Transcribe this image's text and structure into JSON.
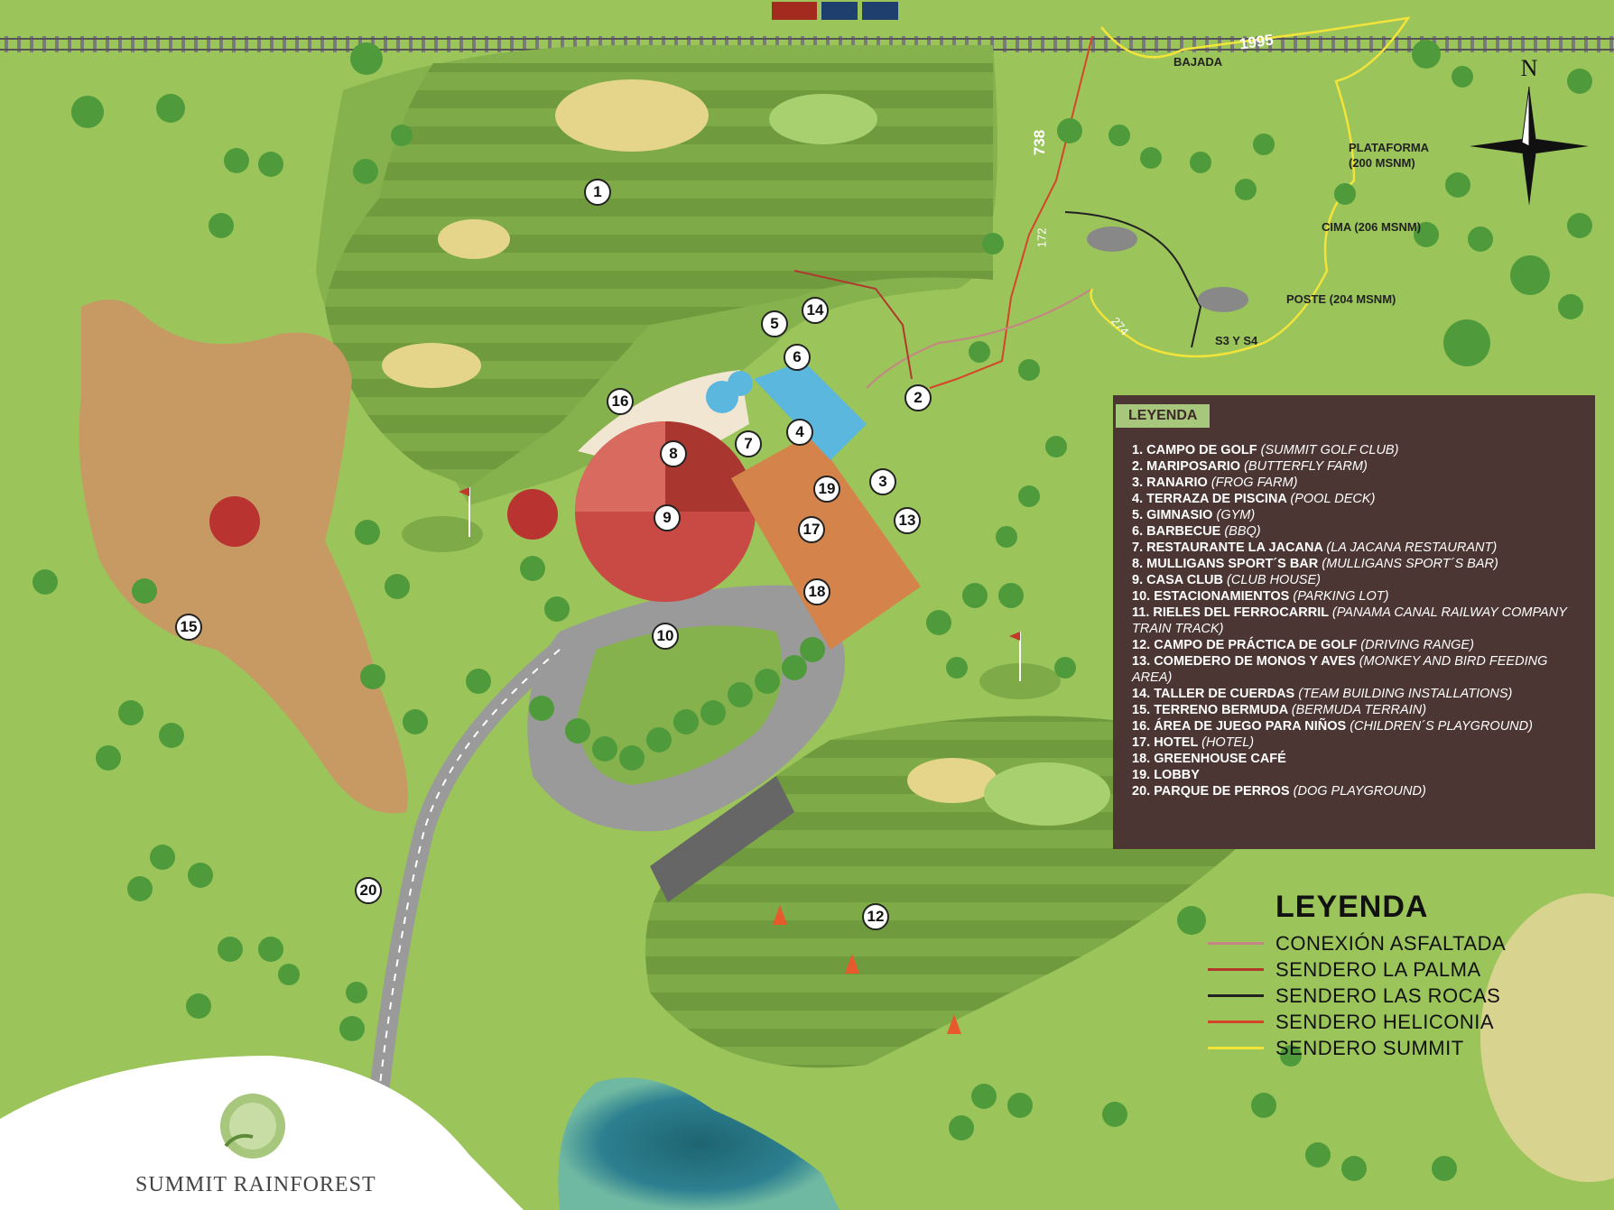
{
  "title": "LEYENDA",
  "colors": {
    "grass": "#9bc45a",
    "fairway": "#7eaa48",
    "sand": "#c79a64",
    "legend_bg": "#4b3634",
    "asphalt": "#c58585",
    "la_palma": "#b0392c",
    "las_rocas": "#222222",
    "heliconia": "#d4452a",
    "summit": "#f3e43a"
  },
  "places": [
    {
      "num": "1",
      "name": "CAMPO DE GOLF",
      "en": "(SUMMIT GOLF CLUB)"
    },
    {
      "num": "2",
      "name": "MARIPOSARIO",
      "en": "(BUTTERFLY FARM)"
    },
    {
      "num": "3",
      "name": "RANARIO",
      "en": "(FROG FARM)"
    },
    {
      "num": "4",
      "name": "TERRAZA DE PISCINA",
      "en": "(POOL DECK)"
    },
    {
      "num": "5",
      "name": "GIMNASIO",
      "en": "(GYM)"
    },
    {
      "num": "6",
      "name": "BARBECUE",
      "en": "(BBQ)"
    },
    {
      "num": "7",
      "name": "RESTAURANTE LA JACANA",
      "en": "(LA JACANA RESTAURANT)"
    },
    {
      "num": "8",
      "name": "MULLIGANS SPORT´S BAR",
      "en": "(MULLIGANS SPORT´S BAR)"
    },
    {
      "num": "9",
      "name": "CASA CLUB",
      "en": "(CLUB HOUSE)"
    },
    {
      "num": "10",
      "name": "ESTACIONAMIENTOS",
      "en": "(PARKING LOT)"
    },
    {
      "num": "11",
      "name": "RIELES DEL FERROCARRIL",
      "en": "(PANAMA CANAL RAILWAY COMPANY TRAIN TRACK)"
    },
    {
      "num": "12",
      "name": "CAMPO DE PRÁCTICA DE GOLF",
      "en": "(DRIVING RANGE)"
    },
    {
      "num": "13",
      "name": "COMEDERO DE MONOS Y AVES",
      "en": "(MONKEY AND BIRD FEEDING AREA)"
    },
    {
      "num": "14",
      "name": "TALLER DE CUERDAS",
      "en": "(TEAM BUILDING INSTALLATIONS)"
    },
    {
      "num": "15",
      "name": "TERRENO BERMUDA",
      "en": "(BERMUDA TERRAIN)"
    },
    {
      "num": "16",
      "name": "ÁREA DE JUEGO PARA NIÑOS",
      "en": "(CHILDREN´S PLAYGROUND)"
    },
    {
      "num": "17",
      "name": "HOTEL",
      "en": "(HOTEL)"
    },
    {
      "num": "18",
      "name": "GREENHOUSE CAFÉ",
      "en": ""
    },
    {
      "num": "19",
      "name": "LOBBY",
      "en": ""
    },
    {
      "num": "20",
      "name": "PARQUE DE PERROS",
      "en": "(DOG PLAYGROUND)"
    }
  ],
  "trail_legend": {
    "title": "LEYENDA",
    "items": [
      {
        "label": "CONEXIÓN ASFALTADA",
        "color": "#c58585"
      },
      {
        "label": "SENDERO LA PALMA",
        "color": "#b0392c"
      },
      {
        "label": "SENDERO LAS ROCAS",
        "color": "#222222"
      },
      {
        "label": "SENDERO HELICONIA",
        "color": "#d4452a"
      },
      {
        "label": "SENDERO SUMMIT",
        "color": "#f3e43a"
      }
    ]
  },
  "map_labels": {
    "bajada": "BAJADA",
    "plataforma_1": "PLATAFORMA",
    "plataforma_2": "(200 MSNM)",
    "cima": "CIMA (206 MSNM)",
    "poste": "POSTE (204 MSNM)",
    "s3s4": "S3 Y S4",
    "n1995": "1995",
    "n738": "738",
    "n172": "172",
    "n274": "274"
  },
  "compass_letter": "N",
  "logo_text": "SUMMIT RAINFOREST",
  "logo_icon": "summit-rainforest-logo-icon"
}
